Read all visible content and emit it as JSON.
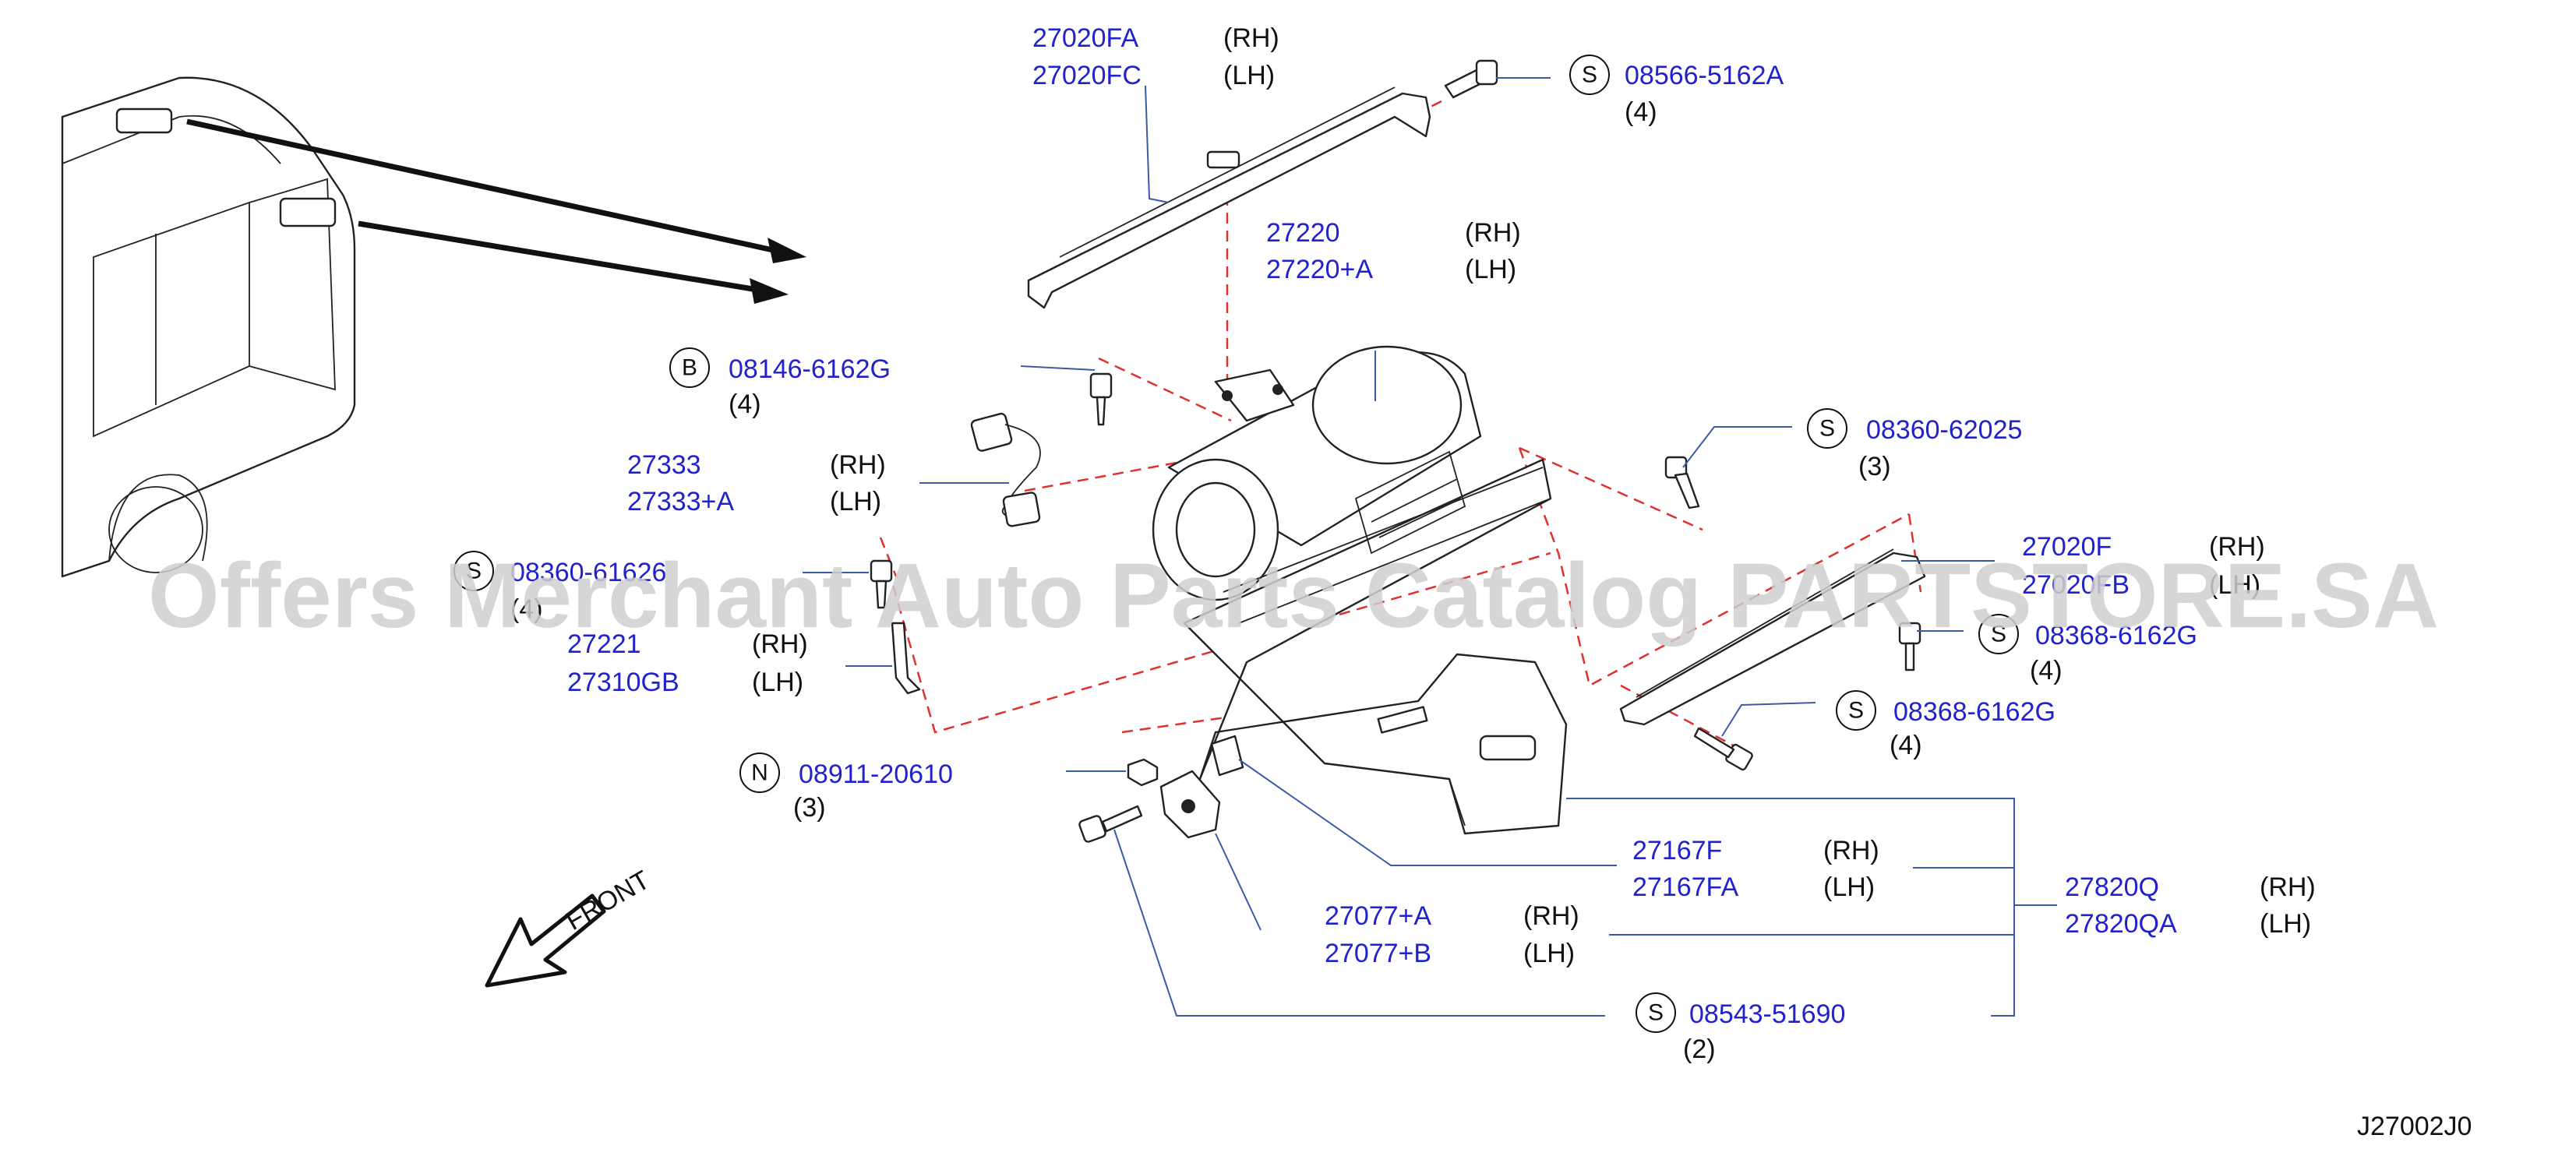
{
  "diagram_code": "J27002J0",
  "watermark": "Offers Merchant Auto Parts Catalog PARTSTORE.SA",
  "front_label": "FRONT",
  "parts": {
    "p27020FA": {
      "num": "27020FA",
      "side": "(RH)"
    },
    "p27020FC": {
      "num": "27020FC",
      "side": "(LH)"
    },
    "p08566": {
      "badge": "S",
      "num": "08566-5162A",
      "qty": "(4)"
    },
    "p27220": {
      "num": "27220",
      "side": "(RH)"
    },
    "p27220A": {
      "num": "27220+A",
      "side": "(LH)"
    },
    "p08146": {
      "badge": "B",
      "num": "08146-6162G",
      "qty": "(4)"
    },
    "p08360a": {
      "badge": "S",
      "num": "08360-62025",
      "qty": "(3)"
    },
    "p27333": {
      "num": "27333",
      "side": "(RH)"
    },
    "p27333A": {
      "num": "27333+A",
      "side": "(LH)"
    },
    "p27020F": {
      "num": "27020F",
      "side": "(RH)"
    },
    "p27020FB": {
      "num": "27020FB",
      "side": "(LH)"
    },
    "p08360b": {
      "badge": "S",
      "num": "08360-61626",
      "qty": "(4)"
    },
    "p08368a": {
      "badge": "S",
      "num": "08368-6162G",
      "qty": "(4)"
    },
    "p27221": {
      "num": "27221",
      "side": "(RH)"
    },
    "p27310GB": {
      "num": "27310GB",
      "side": "(LH)"
    },
    "p08368b": {
      "badge": "S",
      "num": "08368-6162G",
      "qty": "(4)"
    },
    "p08911": {
      "badge": "N",
      "num": "08911-20610",
      "qty": "(3)"
    },
    "p27167F": {
      "num": "27167F",
      "side": "(RH)"
    },
    "p27167FA": {
      "num": "27167FA",
      "side": "(LH)"
    },
    "p27820Q": {
      "num": "27820Q",
      "side": "(RH)"
    },
    "p27820QA": {
      "num": "27820QA",
      "side": "(LH)"
    },
    "p27077A": {
      "num": "27077+A",
      "side": "(RH)"
    },
    "p27077B": {
      "num": "27077+B",
      "side": "(LH)"
    },
    "p08543": {
      "badge": "S",
      "num": "08543-51690",
      "qty": "(2)"
    }
  }
}
